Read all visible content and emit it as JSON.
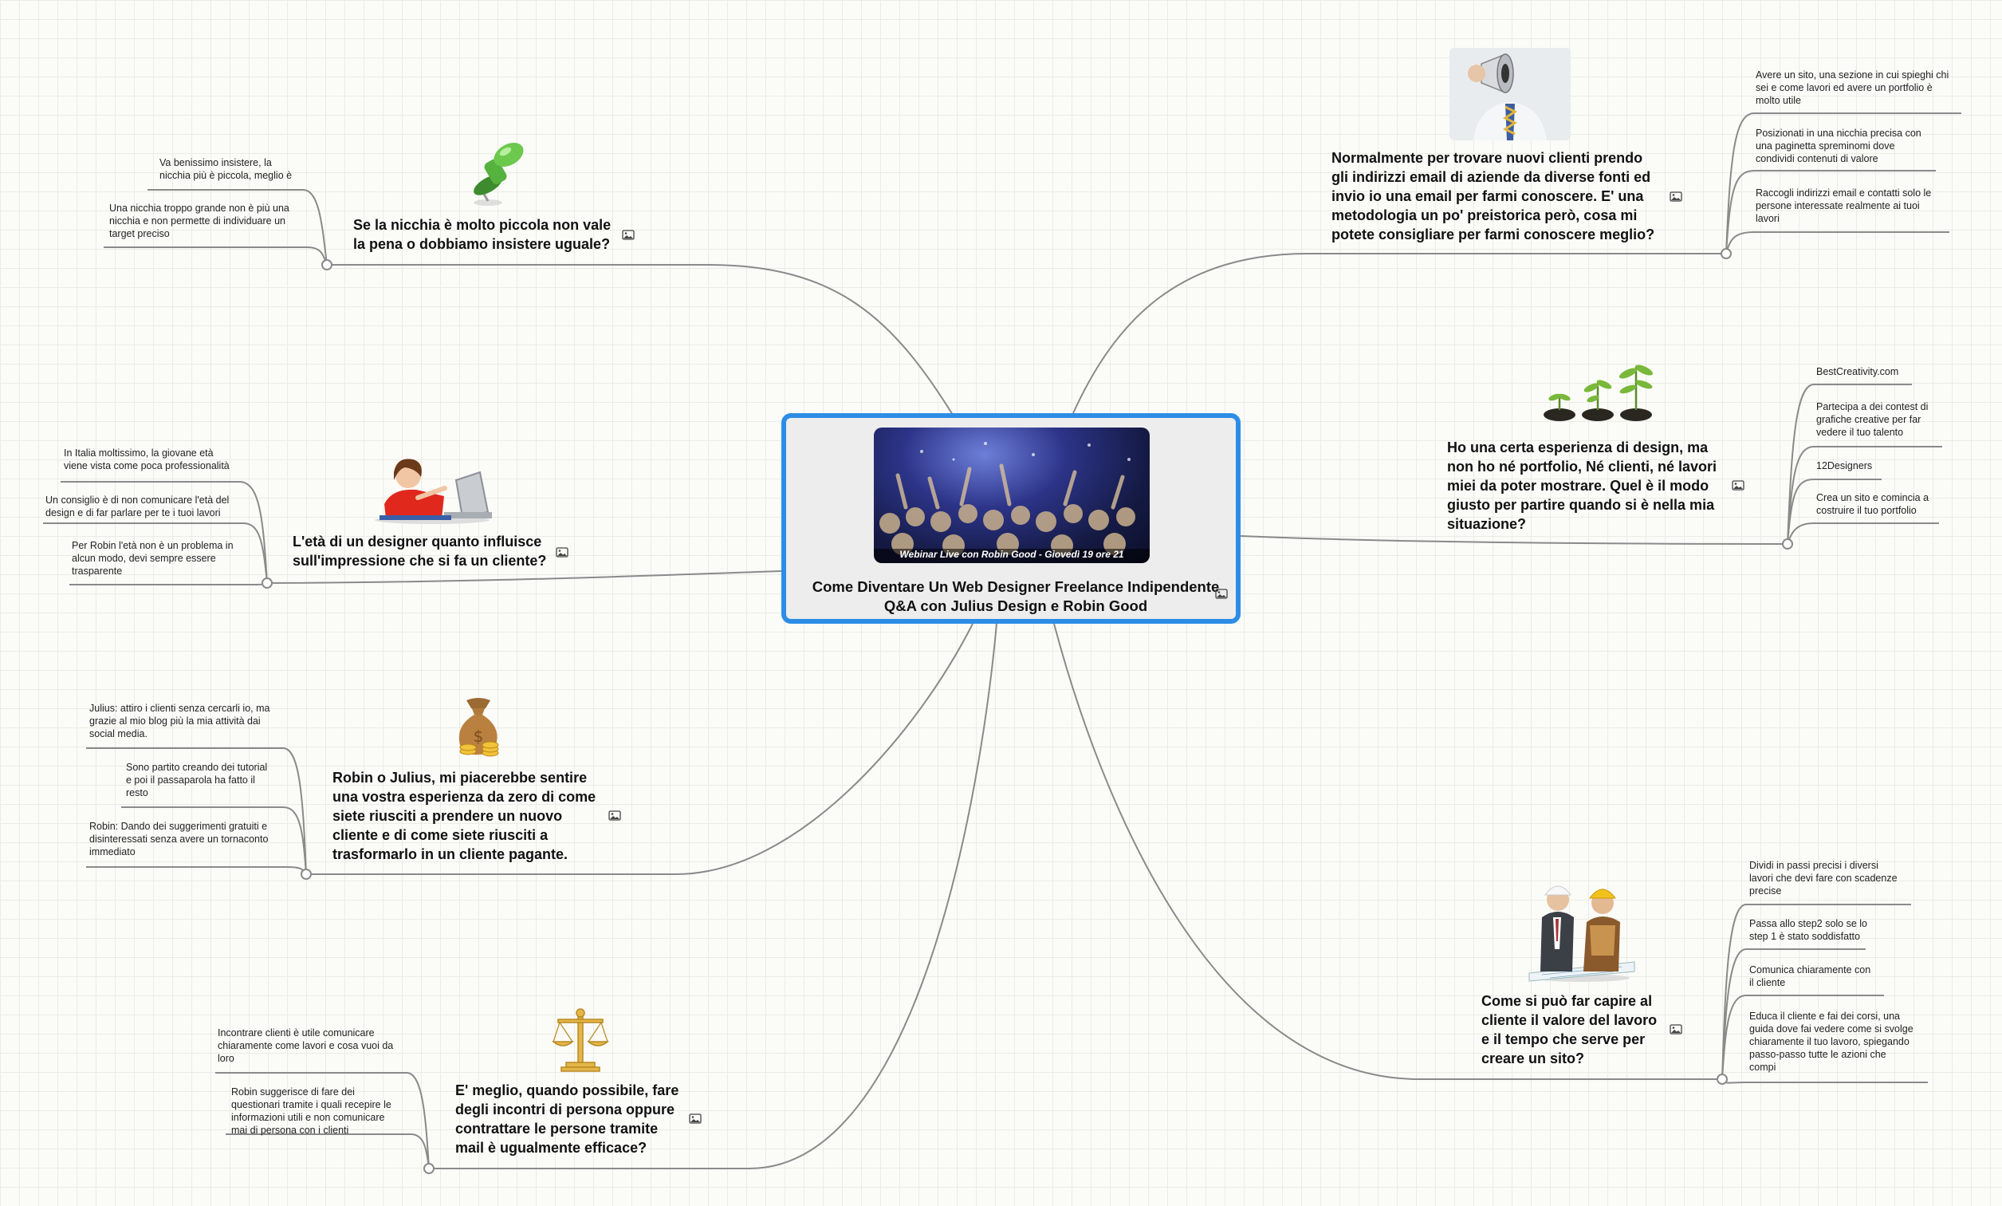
{
  "central": {
    "title_line1": "Come Diventare Un Web Designer Freelance Indipendente",
    "title_line2": "Q&A con Julius Design e Robin Good",
    "banner_caption": "Webinar Live con Robin Good - Giovedì 19 ore 21",
    "border_color": "#2d8de6"
  },
  "branches": [
    {
      "id": "nicchia",
      "picture": "green-pushpin-icon",
      "topic": [
        "Se la nicchia è molto piccola non vale",
        "la pena o dobbiamo insistere uguale?"
      ],
      "notes": [
        [
          "Va benissimo insistere, la",
          "nicchia più è piccola, meglio è"
        ],
        [
          "Una nicchia troppo grande non è più una",
          "nicchia e non permette di individuare un",
          "target preciso"
        ]
      ]
    },
    {
      "id": "eta",
      "picture": "girl-with-laptop-picture",
      "topic": [
        "L'età di un designer quanto influisce",
        "sull'impressione che si fa un cliente?"
      ],
      "notes": [
        [
          "In Italia moltissimo, la giovane età",
          "viene vista come poca professionalità"
        ],
        [
          "Un consiglio è di non comunicare l'età del",
          "design e di far parlare per te i tuoi lavori"
        ],
        [
          "Per Robin l'età non è un problema in",
          "alcun modo, devi sempre essere",
          "trasparente"
        ]
      ]
    },
    {
      "id": "esperienza",
      "picture": "money-bag-icon",
      "topic": [
        "Robin o Julius, mi piacerebbe sentire",
        "una vostra esperienza da zero di come",
        "siete riusciti a prendere un nuovo",
        "cliente e di come siete riusciti a",
        "trasformarlo in un cliente pagante."
      ],
      "notes": [
        [
          "Julius: attiro i clienti senza cercarli io, ma",
          "grazie al mio blog più la mia attività dai",
          "social media."
        ],
        [
          "Sono partito creando dei tutorial",
          "e poi il passaparola ha fatto il",
          "resto"
        ],
        [
          "Robin: Dando dei suggerimenti gratuiti e",
          "disinteressati senza avere un tornaconto",
          "immediato"
        ]
      ]
    },
    {
      "id": "incontri",
      "picture": "balance-scale-icon",
      "topic": [
        "E' meglio, quando possibile, fare",
        "degli incontri di persona oppure",
        "contrattare le persone tramite",
        "mail è ugualmente efficace?"
      ],
      "notes": [
        [
          "Incontrare clienti è utile comunicare",
          "chiaramente come lavori e cosa vuoi da",
          "loro"
        ],
        [
          "Robin suggerisce di fare dei",
          "questionari tramite i quali recepire le",
          "informazioni utili e non comunicare",
          "mai di persona con i clienti"
        ]
      ]
    },
    {
      "id": "email",
      "picture": "megaphone-man-picture",
      "topic": [
        "Normalmente per trovare nuovi clienti prendo",
        "gli indirizzi email di aziende da diverse fonti ed",
        "invio io una email per farmi conoscere. E' una",
        "metodologia un po' preistorica però, cosa mi",
        "potete consigliare per farmi conoscere meglio?"
      ],
      "notes": [
        [
          "Avere un sito, una sezione in cui spieghi chi",
          "sei e come lavori ed avere un portfolio è",
          "molto utile"
        ],
        [
          "Posizionati in una nicchia precisa con",
          "una paginetta spreminomi dove",
          "condividi contenuti di valore"
        ],
        [
          "Raccogli indirizzi email e contatti solo le",
          "persone interessate realmente ai tuoi",
          "lavori"
        ]
      ]
    },
    {
      "id": "portfolio",
      "picture": "growing-plants-picture",
      "topic": [
        "Ho una certa esperienza di design, ma",
        "non ho né portfolio, Né clienti, né lavori",
        "miei da poter mostrare. Quel è il modo",
        "giusto per partire quando si è nella mia",
        "situazione?"
      ],
      "notes": [
        [
          "BestCreativity.com"
        ],
        [
          "Partecipa a dei contest di",
          "grafiche creative per far",
          "vedere il tuo talento"
        ],
        [
          "12Designers"
        ],
        [
          "Crea un sito e comincia a",
          "costruire il tuo portfolio"
        ]
      ]
    },
    {
      "id": "valore",
      "picture": "construction-workers-picture",
      "topic": [
        "Come si può far capire al",
        "cliente il valore del lavoro",
        "e il tempo che serve per",
        "creare un sito?"
      ],
      "notes": [
        [
          "Dividi in passi precisi i diversi",
          "lavori che devi fare con scadenze",
          "precise"
        ],
        [
          "Passa allo step2 solo se lo",
          "step 1 è stato soddisfatto"
        ],
        [
          "Comunica chiaramente con",
          "il cliente"
        ],
        [
          "Educa il cliente e fai dei corsi, una",
          "guida dove fai vedere come si svolge",
          "chiaramente il tuo lavoro, spiegando",
          "passo-passo tutte le azioni che",
          "compi"
        ]
      ]
    }
  ],
  "colors": {
    "connector": "#8a8a8a",
    "grid": "#ecece6",
    "background": "#fbfbf8"
  },
  "image_indicator_icon": "image-icon"
}
